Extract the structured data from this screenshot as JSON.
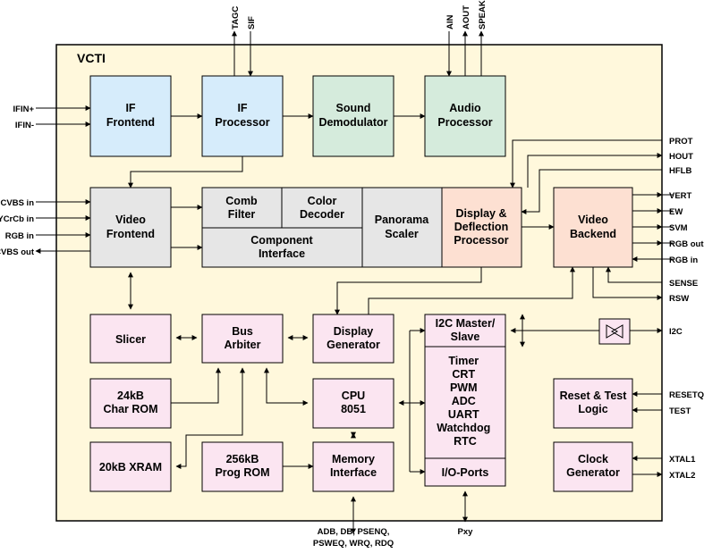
{
  "chip_label": "VCTI",
  "colors": {
    "chip_bg": "#fff8dc",
    "blue": "#d6ecfb",
    "green": "#d5ebdc",
    "gray": "#e6e6e6",
    "pink": "#fbe5f1",
    "salmon": "#fde0d2",
    "line": "#000000"
  },
  "blocks": {
    "if_frontend": [
      "IF",
      "Frontend"
    ],
    "if_processor": [
      "IF",
      "Processor"
    ],
    "sound_demod": [
      "Sound",
      "Demodulator"
    ],
    "audio_processor": [
      "Audio",
      "Processor"
    ],
    "video_frontend": [
      "Video",
      "Frontend"
    ],
    "comb_filter": [
      "Comb",
      "Filter"
    ],
    "color_decoder": [
      "Color",
      "Decoder"
    ],
    "component_interface": [
      "Component",
      "Interface"
    ],
    "panorama_scaler": [
      "Panorama",
      "Scaler"
    ],
    "display_deflection": [
      "Display &",
      "Deflection",
      "Processor"
    ],
    "video_backend": [
      "Video",
      "Backend"
    ],
    "slicer": [
      "Slicer"
    ],
    "bus_arbiter": [
      "Bus",
      "Arbiter"
    ],
    "display_generator": [
      "Display",
      "Generator"
    ],
    "i2c_master": [
      "I2C Master/",
      "Slave"
    ],
    "peripherals": [
      "Timer",
      "CRT",
      "PWM",
      "ADC",
      "UART",
      "Watchdog",
      "RTC"
    ],
    "io_ports": [
      "I/O-Ports"
    ],
    "char_rom": [
      "24kB",
      "Char ROM"
    ],
    "cpu": [
      "CPU",
      "8051"
    ],
    "xram": [
      "20kB XRAM"
    ],
    "prog_rom": [
      "256kB",
      "Prog ROM"
    ],
    "memory_interface": [
      "Memory",
      "Interface"
    ],
    "reset_test": [
      "Reset & Test",
      "Logic"
    ],
    "clock_gen": [
      "Clock",
      "Generator"
    ]
  },
  "pins": {
    "tagc": "TAGC",
    "sif": "SIF",
    "ain": "AIN",
    "aout": "AOUT",
    "speaker": "SPEAKER",
    "ifin_p": "IFIN+",
    "ifin_m": "IFIN-",
    "cvbs_in": "CVBS in",
    "ycrcb_in": "YCrCb in",
    "rgb_in_left": "RGB in",
    "cvbs_out": "CVBS out",
    "prot": "PROT",
    "hout": "HOUT",
    "hflb": "HFLB",
    "vert": "VERT",
    "ew": "EW",
    "svm": "SVM",
    "rgb_out": "RGB out",
    "rgb_in_right": "RGB in",
    "sense": "SENSE",
    "rsw": "RSW",
    "i2c": "I2C",
    "resetq": "RESETQ",
    "test": "TEST",
    "xtal1": "XTAL1",
    "xtal2": "XTAL2",
    "bus_line1": "ADB, DB, PSENQ,",
    "bus_line2": "PSWEQ, WRQ, RDQ",
    "pxy": "Pxy"
  }
}
